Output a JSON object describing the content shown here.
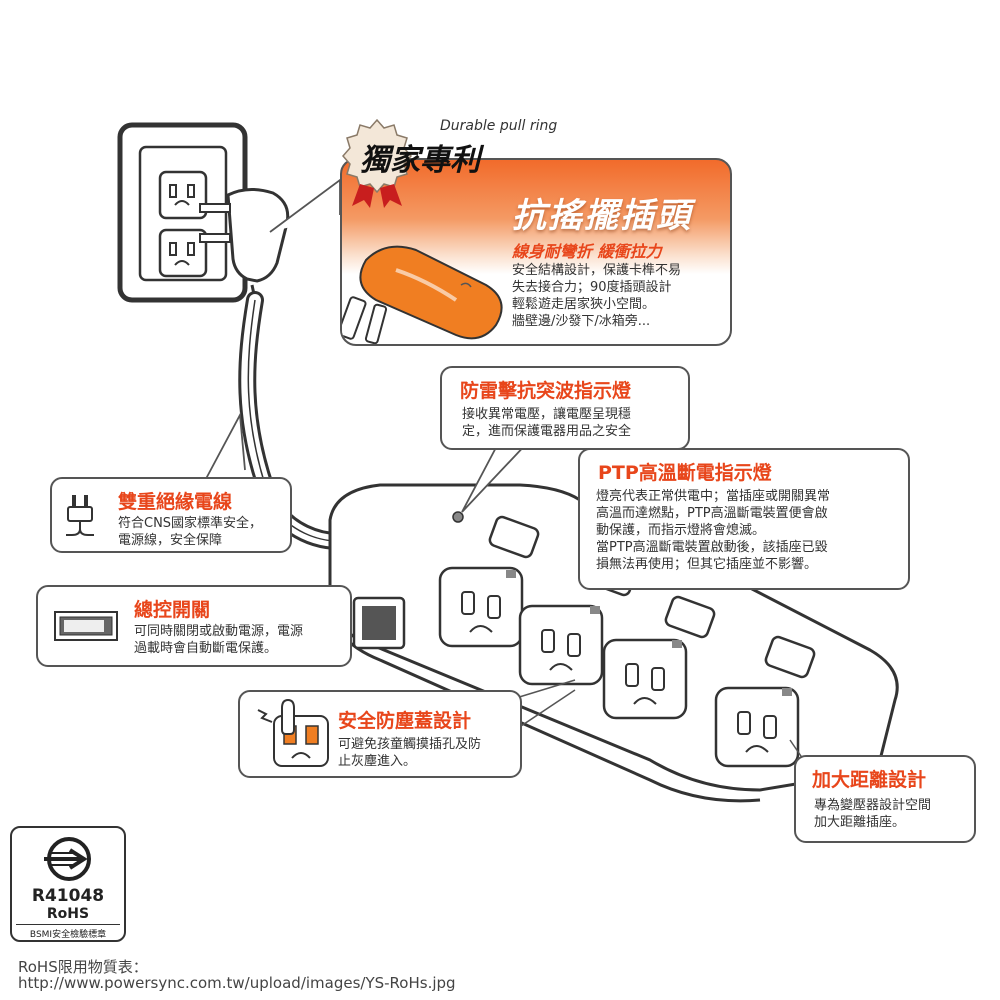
{
  "hero": {
    "tagline": "Durable pull ring",
    "badge": "獨家專利",
    "title": "抗搖擺插頭",
    "subtitle": "線身耐彎折 緩衝拉力",
    "desc": [
      "安全結構設計，保護卡榫不易",
      "失去接合力；90度插頭設計",
      "輕鬆遊走居家狹小空間。",
      "牆壁邊/沙發下/冰箱旁..."
    ]
  },
  "surge": {
    "title": "防雷擊抗突波指示燈",
    "desc": [
      "接收異常電壓，讓電壓呈現穩",
      "定，進而保護電器用品之安全"
    ]
  },
  "ptp": {
    "title": "PTP高溫斷電指示燈",
    "desc": [
      "燈亮代表正常供電中；當插座或開關異常",
      "高溫而達燃點，PTP高溫斷電裝置便會啟",
      "動保護，而指示燈將會熄滅。",
      "當PTP高溫斷電裝置啟動後，該插座已毀",
      "損無法再使用；但其它插座並不影響。"
    ]
  },
  "insulation": {
    "title": "雙重絕緣電線",
    "desc": [
      "符合CNS國家標準安全，",
      "電源線，安全保障"
    ]
  },
  "master_switch": {
    "title": "總控開關",
    "desc": [
      "可同時關閉或啟動電源，電源",
      "過載時會自動斷電保護。"
    ]
  },
  "dust_cover": {
    "title": "安全防塵蓋設計",
    "desc": [
      "可避免孩童觸摸插孔及防",
      "止灰塵進入。"
    ]
  },
  "spacing": {
    "title": "加大距離設計",
    "desc": [
      "專為變壓器設計空間",
      "加大距離插座。"
    ]
  },
  "cert": {
    "code": "R41048",
    "rohs": "RoHS",
    "label": "BSMI安全檢驗標章"
  },
  "footer": {
    "line1": "RoHS限用物質表：",
    "line2": "http://www.powersync.com.tw/upload/images/YS-RoHs.jpg"
  },
  "colors": {
    "accent": "#e8461b",
    "orange": "#f07e22",
    "line": "#555555"
  }
}
